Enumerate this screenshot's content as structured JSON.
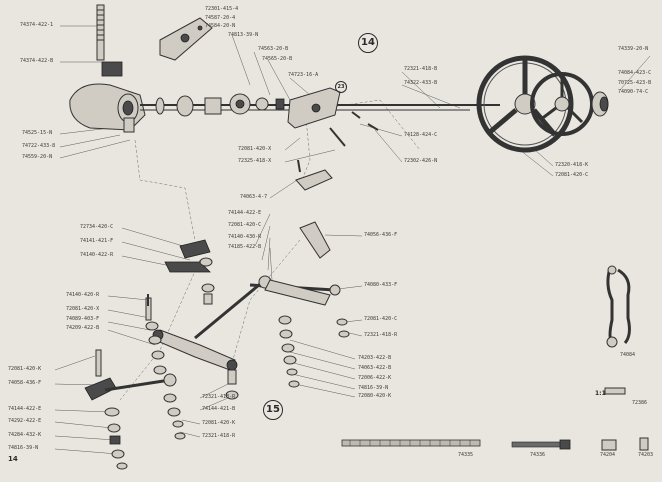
{
  "page_number": "14",
  "scale_label": "1:1",
  "assembly_markers": [
    "14",
    "15",
    "23"
  ],
  "part_labels": {
    "t1": "74374-422-1",
    "t2": "72301-415-4",
    "t3": "74587-20-4",
    "t4": "74584-20-N",
    "t5": "74813-39-N",
    "t6": "74374-422-B",
    "t7": "74563-20-B",
    "t8": "74565-20-B",
    "t9": "74723-16-A",
    "t10": "72321-418-B",
    "t11": "74322-433-B",
    "t12": "74339-20-N",
    "t13": "74084-423-C",
    "t14": "70725-423-B",
    "t15": "74090-74-C",
    "l1": "74525-15-N",
    "l2": "74722-433-8",
    "l3": "74559-20-N",
    "m1": "72081-420-X",
    "m2": "72325-418-X",
    "m3": "74128-424-C",
    "m4": "72302-426-N",
    "m5": "72320-418-K",
    "m6": "72081-420-C",
    "c1": "74063-4-7",
    "c2": "74144-422-E",
    "c3": "72081-420-C",
    "c4": "74140-430-R",
    "c5": "74185-422-B",
    "c6": "72734-420-C",
    "c7": "74141-421-F",
    "c8": "74140-422-R",
    "c9": "74056-436-F",
    "c10": "74140-420-R",
    "c11": "72081-420-X",
    "c12": "74089-403-F",
    "c13": "74209-422-B",
    "c14": "74080-433-F",
    "c15": "72081-420-C",
    "c16": "72321-418-R",
    "b1": "72081-420-K",
    "b2": "74058-436-F",
    "b3": "74144-422-E",
    "b4": "74292-422-E",
    "b5": "74284-432-K",
    "b6": "74816-39-N",
    "b7": "74203-422-B",
    "b8": "74063-422-B",
    "b9": "72006-422-K",
    "b10": "74816-39-N",
    "b11": "72080-420-K",
    "b12": "72321-418-R",
    "b13": "74144-421-B",
    "b14": "72081-420-K",
    "b15": "72321-418-R",
    "r1": "74084",
    "r2": "72386",
    "s1": "74335",
    "s2": "74336",
    "s3": "74204",
    "s4": "74203"
  }
}
